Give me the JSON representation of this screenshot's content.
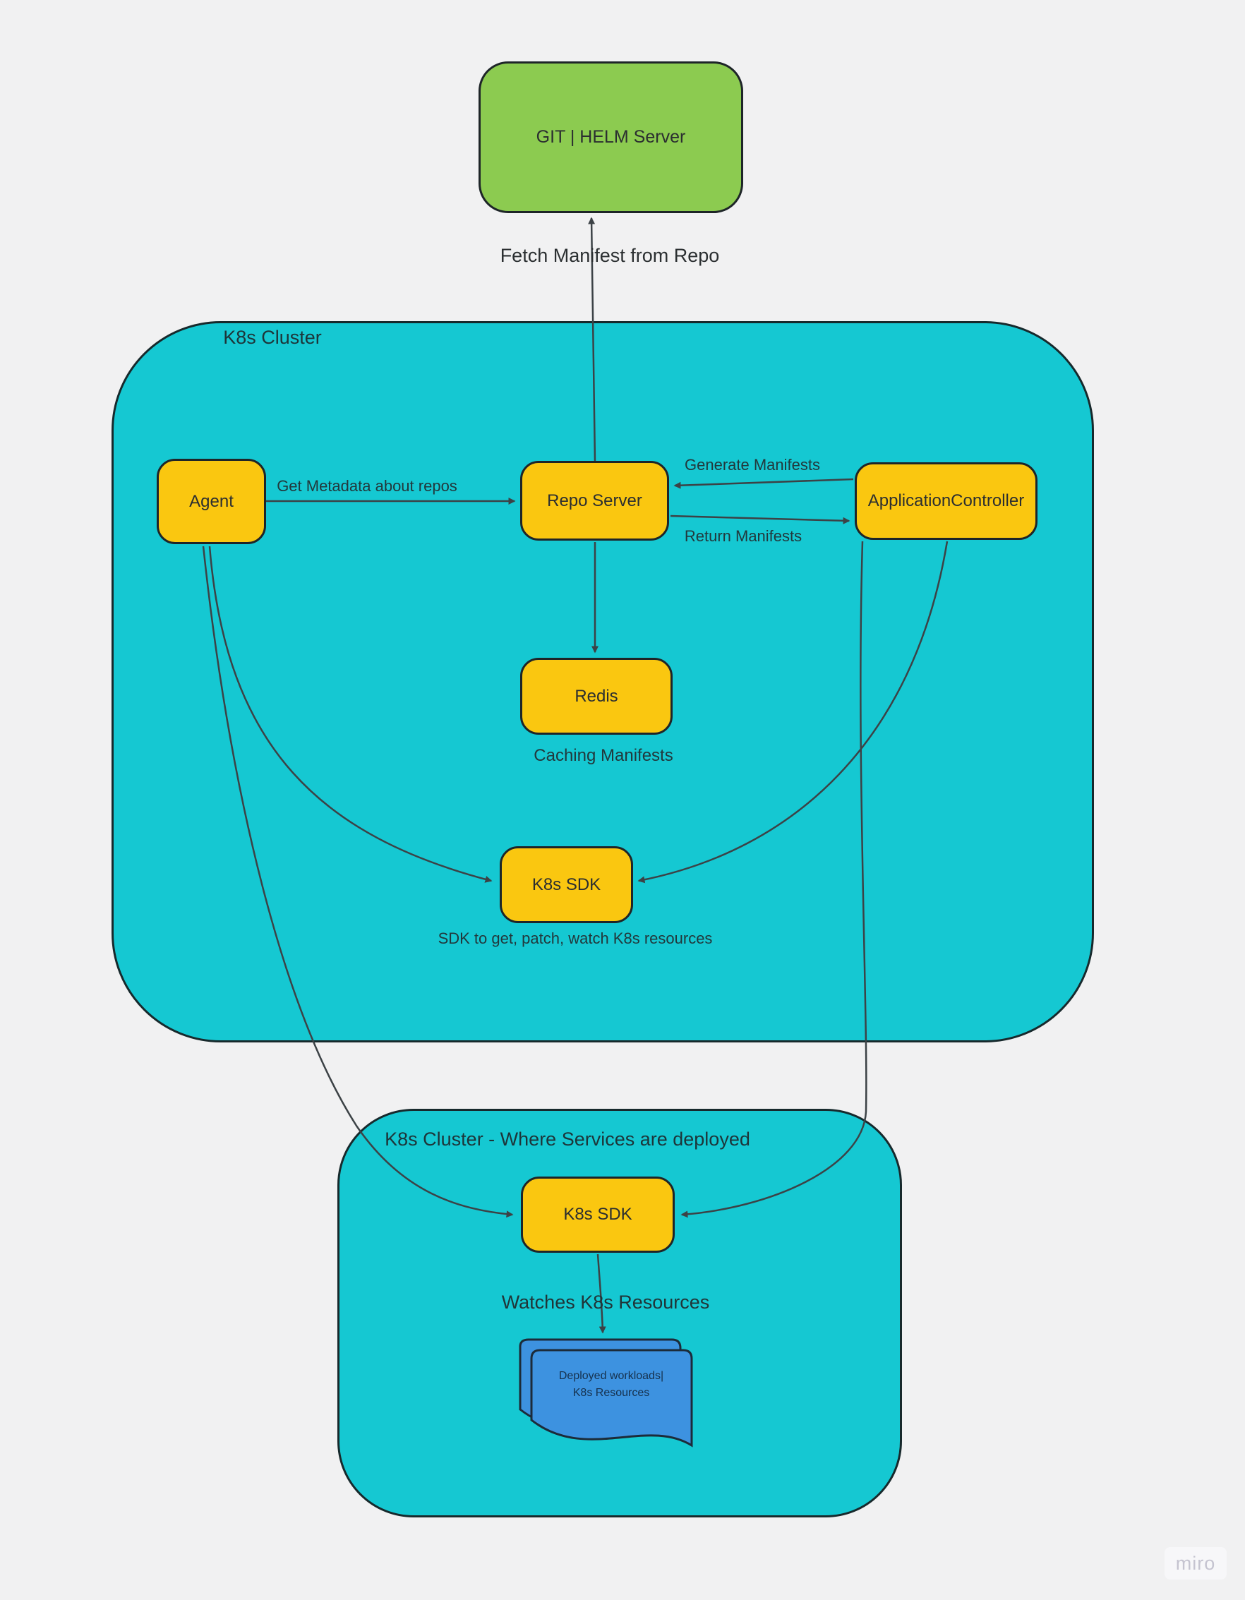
{
  "diagram": {
    "external": {
      "git_helm_server": "GIT | HELM Server"
    },
    "cluster1": {
      "label": "K8s Cluster",
      "nodes": {
        "agent": "Agent",
        "repo_server": "Repo Server",
        "app_controller": "ApplicationController",
        "redis": "Redis",
        "k8s_sdk": "K8s SDK"
      }
    },
    "cluster2": {
      "label": "K8s Cluster - Where Services are deployed",
      "nodes": {
        "k8s_sdk": "K8s SDK"
      },
      "document": {
        "line1": "Deployed workloads|",
        "line2": "K8s Resources"
      }
    },
    "edge_labels": {
      "fetch_manifest": "Fetch Manifest from Repo",
      "get_metadata": "Get Metadata about repos",
      "generate_manifests": "Generate Manifests",
      "return_manifests": "Return Manifests",
      "caching_manifests": "Caching Manifests",
      "sdk_note": "SDK to get, patch, watch K8s resources",
      "watches_resources": "Watches K8s Resources"
    },
    "colors": {
      "cluster_fill": "#15C8D2",
      "node_fill": "#FAC710",
      "external_fill": "#8CCB50",
      "document_fill": "#3D92E0",
      "stroke": "#1e2528",
      "connector": "#3C4246",
      "background": "#F1F1F2",
      "watermark_text": "#C5C4D0"
    },
    "watermark": "miro"
  }
}
